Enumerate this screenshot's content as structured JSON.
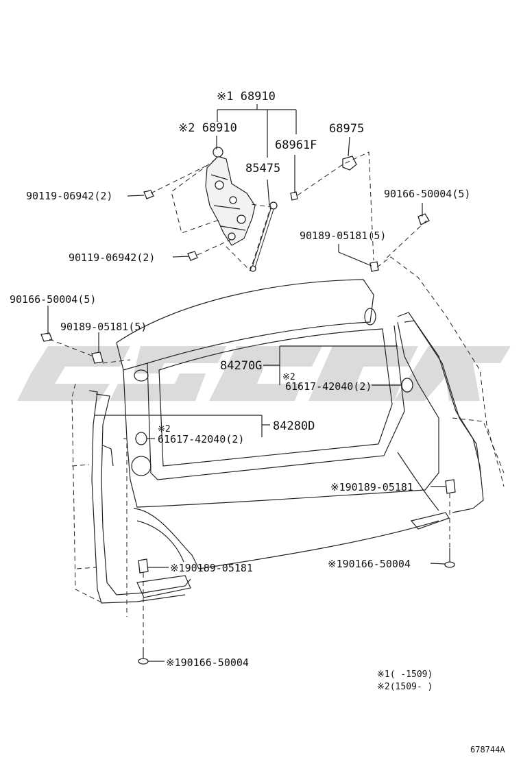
{
  "watermark": "csgsk",
  "labels": {
    "regulator_1": "※1 68910",
    "regulator_2": "※2 68910",
    "strut": "85475",
    "stopper": "68975",
    "clip_68961": "68961F",
    "bolt_upper": "90119-06942(2)",
    "bolt_lower": "90119-06942(2)",
    "screw_right": "90166-50004(5)",
    "clip_right": "90189-05181(5)",
    "screw_left": "90166-50004(5)",
    "clip_left": "90189-05181(5)",
    "weatherstrip_g": "84270G",
    "retainer_g_mark": "※2",
    "retainer_g": "61617-42040(2)",
    "weatherstrip_d": "84280D",
    "retainer_d_mark": "※2",
    "retainer_d": "61617-42040(2)",
    "clip_r_lower": "※190189-05181",
    "screw_r_lower": "※190166-50004",
    "clip_l_lower": "※190189-05181",
    "screw_l_lower": "※190166-50004"
  },
  "notes": {
    "note1": "※1(    -1509)",
    "note2": "※2(1509-    )"
  },
  "figure_ref": "678744A"
}
